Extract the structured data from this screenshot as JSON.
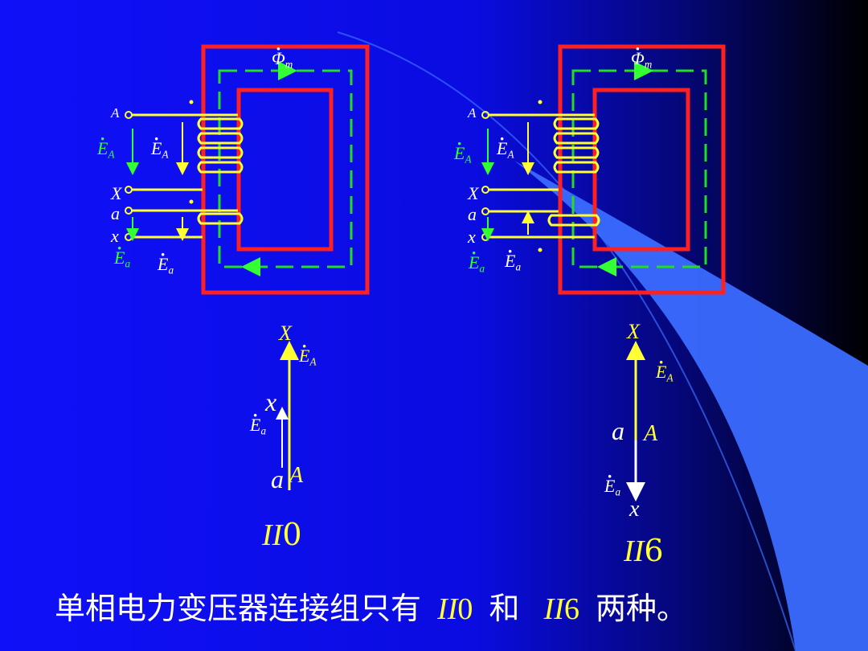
{
  "left_diagram": {
    "flux_label": "Φ",
    "flux_sub": "m",
    "terminal_A": "A",
    "terminal_X": "X",
    "terminal_a": "a",
    "terminal_x": "x",
    "emf_EA": "E",
    "emf_EA_sub": "A",
    "emf_Ea": "E",
    "emf_Ea_sub": "a"
  },
  "right_diagram": {
    "flux_label": "Φ",
    "flux_sub": "m",
    "terminal_A": "A",
    "terminal_X": "X",
    "terminal_a": "a",
    "terminal_x": "x",
    "emf_EA": "E",
    "emf_EA_sub": "A",
    "emf_Ea": "E",
    "emf_Ea_sub": "a"
  },
  "left_phasor": {
    "top": "X",
    "mid": "x",
    "bottom_a": "a",
    "bottom_A": "A",
    "emf_EA": "E",
    "emf_EA_sub": "A",
    "emf_Ea": "E",
    "emf_Ea_sub": "a",
    "group_label": "II",
    "group_num": "0"
  },
  "right_phasor": {
    "top": "X",
    "mid_a": "a",
    "mid_A": "A",
    "bottom": "x",
    "emf_EA": "E",
    "emf_EA_sub": "A",
    "emf_Ea": "E",
    "emf_Ea_sub": "a",
    "group_label": "II",
    "group_num": "6"
  },
  "caption": {
    "part1": "单相电力变压器连接组只有",
    "g1_label": "II",
    "g1_num": "0",
    "part2": "和",
    "g2_label": "II",
    "g2_num": "6",
    "part3": "两种。"
  },
  "colors": {
    "core_red": "#ff2020",
    "flux_green": "#22dd22",
    "coil_yellow": "#ffff33",
    "bg_blue": "#0a0ef0"
  }
}
